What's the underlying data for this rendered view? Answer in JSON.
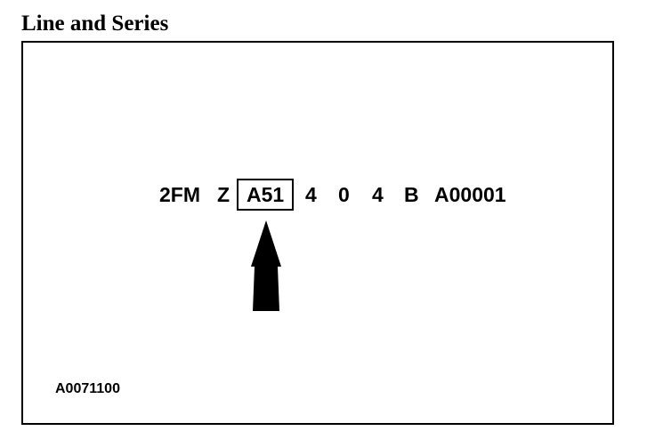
{
  "title": "Line and Series",
  "vin_segments": [
    "2FM",
    "Z",
    "A51",
    "4",
    "0",
    "4",
    "B",
    "A00001"
  ],
  "highlighted_segment": "A51",
  "reference_code": "A0071100",
  "colors": {
    "foreground": "#000000",
    "background": "#ffffff"
  },
  "icons": {
    "pointer": "up-arrow-icon"
  }
}
